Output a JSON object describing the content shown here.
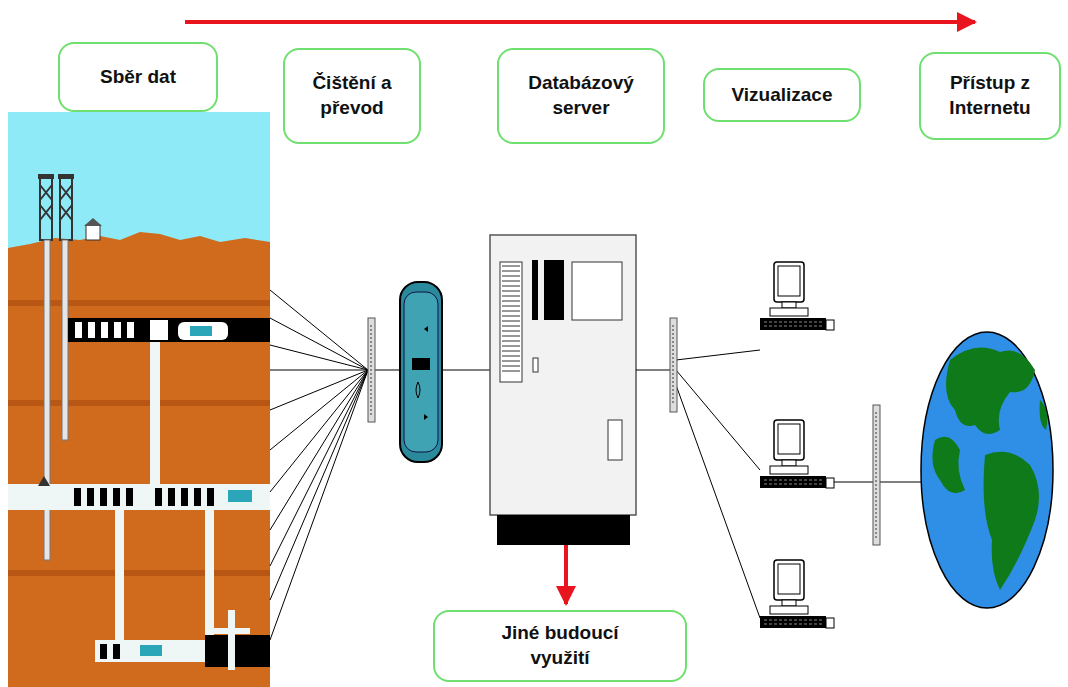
{
  "diagram": {
    "nodes": [
      {
        "text": [
          "Sběr dat"
        ]
      },
      {
        "text": [
          "Čištění a převod"
        ]
      },
      {
        "text": [
          "Databázový server"
        ]
      },
      {
        "text": [
          "Vizualizace"
        ]
      },
      {
        "text": [
          "Přístup z Internetu"
        ]
      },
      {
        "text": [
          "Jiné budoucí využití"
        ]
      }
    ]
  }
}
